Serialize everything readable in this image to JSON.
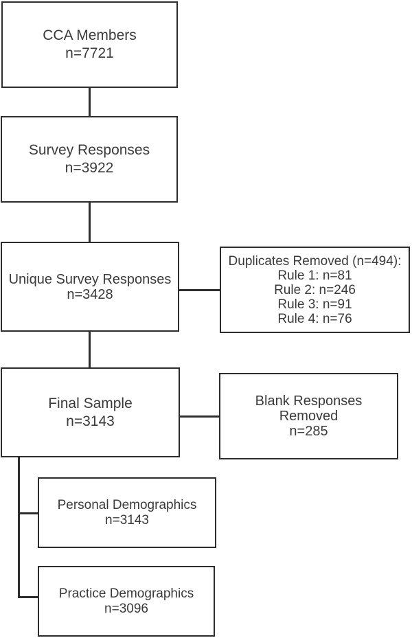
{
  "colors": {
    "line": "#2d2d2d",
    "text": "#3a3a3a",
    "background": "#ffffff"
  },
  "diagram_type": "flowchart",
  "nodes": [
    {
      "id": "cca-members",
      "lines": [
        "CCA Members",
        "n=7721"
      ]
    },
    {
      "id": "survey-responses",
      "lines": [
        "Survey Responses",
        "n=3922"
      ]
    },
    {
      "id": "unique-survey-responses",
      "lines": [
        "Unique Survey Responses",
        "n=3428"
      ]
    },
    {
      "id": "duplicates-removed",
      "lines": [
        "Duplicates Removed (n=494):",
        "Rule 1: n=81",
        "Rule 2: n=246",
        "Rule 3: n=91",
        "Rule 4: n=76"
      ]
    },
    {
      "id": "final-sample",
      "lines": [
        "Final Sample",
        "n=3143"
      ]
    },
    {
      "id": "blank-responses-removed",
      "lines": [
        "Blank Responses",
        "Removed",
        "n=285"
      ]
    },
    {
      "id": "personal-demographics",
      "lines": [
        "Personal Demographics",
        "n=3143"
      ]
    },
    {
      "id": "practice-demographics",
      "lines": [
        "Practice Demographics",
        "n=3096"
      ]
    }
  ],
  "edges": [
    {
      "from": "cca-members",
      "to": "survey-responses"
    },
    {
      "from": "survey-responses",
      "to": "unique-survey-responses"
    },
    {
      "from": "unique-survey-responses",
      "to": "duplicates-removed"
    },
    {
      "from": "unique-survey-responses",
      "to": "final-sample"
    },
    {
      "from": "final-sample",
      "to": "blank-responses-removed"
    },
    {
      "from": "final-sample",
      "to": "personal-demographics"
    },
    {
      "from": "final-sample",
      "to": "practice-demographics"
    }
  ]
}
